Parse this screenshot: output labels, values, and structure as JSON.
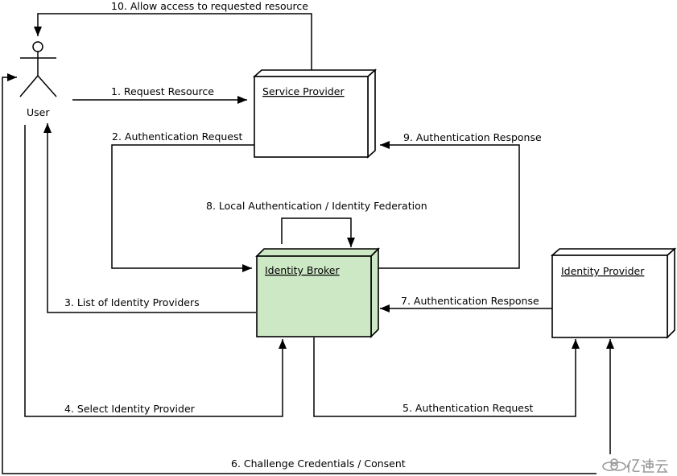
{
  "colors": {
    "line": "#000000",
    "box_fill": "#ffffff",
    "broker_fill": "#cde8c5",
    "watermark": "#9a9a9a"
  },
  "nodes": {
    "user": {
      "label": "User"
    },
    "service_provider": {
      "label": "Service Provider"
    },
    "identity_broker": {
      "label": "Identity Broker"
    },
    "identity_provider": {
      "label": "Identity Provider"
    }
  },
  "edges": [
    {
      "label": "1. Request Resource"
    },
    {
      "label": "2. Authentication Request"
    },
    {
      "label": "3. List of Identity Providers"
    },
    {
      "label": "4. Select Identity Provider"
    },
    {
      "label": "5. Authentication Request"
    },
    {
      "label": "6. Challenge Credentials / Consent"
    },
    {
      "label": "7. Authentication Response"
    },
    {
      "label": "8. Local Authentication / Identity Federation"
    },
    {
      "label": "9. Authentication Response"
    },
    {
      "label": "10. Allow access to requested resource"
    }
  ],
  "watermark": "亿速云"
}
